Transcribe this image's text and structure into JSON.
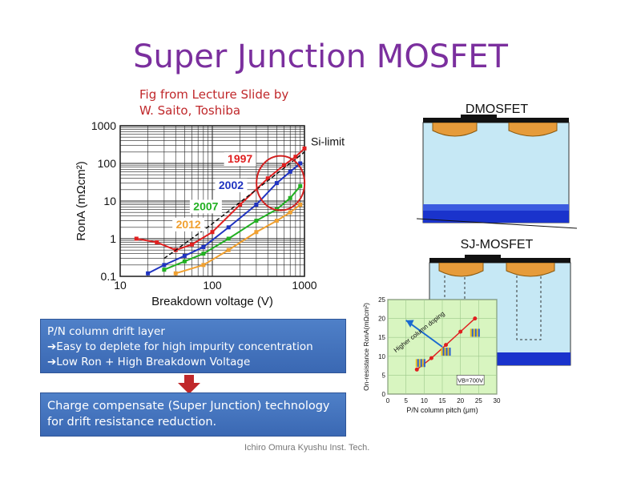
{
  "slide": {
    "title": "Super Junction MOSFET",
    "credit_line1": "Fig from Lecture Slide by",
    "credit_line2": "W. Saito, Toshiba",
    "footer": "Ichiro Omura Kyushu Inst. Tech.",
    "box1": {
      "line1": "P/N column drift layer",
      "line2": "➔Easy to deplete for high impurity concentration",
      "line3": "➔Low Ron + High Breakdown Voltage"
    },
    "box2": {
      "line1": "Charge compensate (Super Junction) technology",
      "line2": "for drift resistance reduction."
    },
    "dmos_label": "DMOSFET",
    "sj_label": "SJ-MOSFET",
    "colors": {
      "title": "#7b2f9e",
      "credit": "#c0282b",
      "box": "#3a68b3",
      "arrow": "#c0282b",
      "device_drift": "#c6e8f5",
      "device_substrate": "#1a33cc",
      "device_body": "#e69b3a"
    }
  },
  "chart_data": [
    {
      "type": "scatter",
      "xlabel": "Breakdown voltage (V)",
      "ylabel": "RonA (mΩcm²)",
      "xscale": "log",
      "yscale": "log",
      "xlim": [
        10,
        1000
      ],
      "ylim": [
        0.1,
        1000
      ],
      "xticks": [
        "10",
        "100",
        "1000"
      ],
      "yticks": [
        "0.1",
        "1",
        "10",
        "100",
        "1000"
      ],
      "grid": true,
      "si_limit_label": "Si-limit",
      "year_labels": [
        {
          "text": "1997",
          "color": "#e02020",
          "x": 200,
          "y": 110
        },
        {
          "text": "2002",
          "color": "#1f33c0",
          "x": 160,
          "y": 22
        },
        {
          "text": "2007",
          "color": "#22b022",
          "x": 85,
          "y": 6
        },
        {
          "text": "2012",
          "color": "#f0a030",
          "x": 55,
          "y": 2
        }
      ],
      "series": [
        {
          "color": "#e02020",
          "x": [
            15,
            25,
            40,
            60,
            100,
            200,
            400,
            600,
            800,
            1000
          ],
          "y": [
            1.0,
            0.8,
            0.5,
            0.7,
            1.5,
            8,
            40,
            90,
            150,
            250
          ]
        },
        {
          "color": "#1f33c0",
          "x": [
            20,
            30,
            50,
            80,
            150,
            300,
            500,
            700,
            900
          ],
          "y": [
            0.12,
            0.2,
            0.35,
            0.6,
            2,
            8,
            30,
            60,
            100
          ]
        },
        {
          "color": "#22b022",
          "x": [
            30,
            50,
            80,
            150,
            300,
            500,
            700,
            900
          ],
          "y": [
            0.15,
            0.25,
            0.4,
            1,
            3,
            6,
            12,
            25
          ]
        },
        {
          "color": "#f0a030",
          "x": [
            40,
            80,
            150,
            300,
            500,
            700,
            900
          ],
          "y": [
            0.12,
            0.2,
            0.5,
            1.5,
            3,
            5,
            8
          ]
        }
      ],
      "si_limit": {
        "x": [
          30,
          100,
          300,
          1000
        ],
        "y": [
          0.3,
          2.5,
          20,
          200
        ]
      }
    },
    {
      "type": "line",
      "xlabel": "P/N column pitch (μm)",
      "ylabel": "On-resistance RonA(mΩcm²)",
      "xlim": [
        0,
        30
      ],
      "ylim": [
        0,
        25
      ],
      "xticks": [
        "0",
        "5",
        "10",
        "15",
        "20",
        "25",
        "30"
      ],
      "yticks": [
        "0",
        "5",
        "10",
        "15",
        "20",
        "25"
      ],
      "annotation": "Higher column doping",
      "vb_label": "VB=700V",
      "series": [
        {
          "color": "#e02020",
          "x": [
            8,
            12,
            16,
            20,
            24
          ],
          "y": [
            6.5,
            9.5,
            13,
            16.5,
            20
          ]
        }
      ]
    }
  ]
}
